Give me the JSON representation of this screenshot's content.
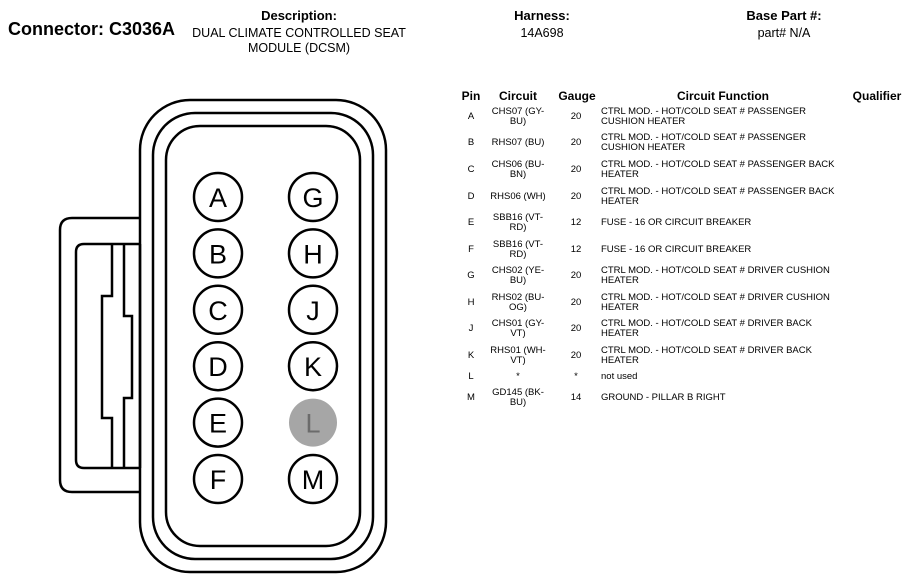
{
  "connector": {
    "label": "Connector:",
    "id": "C3036A"
  },
  "description": {
    "label": "Description:",
    "value": "DUAL CLIMATE CONTROLLED SEAT MODULE (DCSM)"
  },
  "harness": {
    "label": "Harness:",
    "value": "14A698"
  },
  "base_part": {
    "label": "Base Part #:",
    "value": "part# N/A"
  },
  "table": {
    "headers": {
      "pin": "Pin",
      "circuit": "Circuit",
      "gauge": "Gauge",
      "function": "Circuit Function",
      "qualifier": "Qualifier"
    },
    "rows": [
      {
        "pin": "A",
        "circuit": "CHS07 (GY-BU)",
        "gauge": "20",
        "function": "CTRL MOD. - HOT/COLD SEAT # PASSENGER CUSHION HEATER"
      },
      {
        "pin": "B",
        "circuit": "RHS07 (BU)",
        "gauge": "20",
        "function": "CTRL MOD. - HOT/COLD SEAT # PASSENGER CUSHION HEATER"
      },
      {
        "pin": "C",
        "circuit": "CHS06 (BU-BN)",
        "gauge": "20",
        "function": "CTRL MOD. - HOT/COLD SEAT # PASSENGER BACK HEATER"
      },
      {
        "pin": "D",
        "circuit": "RHS06 (WH)",
        "gauge": "20",
        "function": "CTRL MOD. - HOT/COLD SEAT # PASSENGER BACK HEATER"
      },
      {
        "pin": "E",
        "circuit": "SBB16 (VT-RD)",
        "gauge": "12",
        "function": "FUSE - 16 OR CIRCUIT BREAKER"
      },
      {
        "pin": "F",
        "circuit": "SBB16 (VT-RD)",
        "gauge": "12",
        "function": "FUSE - 16 OR CIRCUIT BREAKER"
      },
      {
        "pin": "G",
        "circuit": "CHS02 (YE-BU)",
        "gauge": "20",
        "function": "CTRL MOD. - HOT/COLD SEAT # DRIVER CUSHION HEATER"
      },
      {
        "pin": "H",
        "circuit": "RHS02 (BU-OG)",
        "gauge": "20",
        "function": "CTRL MOD. - HOT/COLD SEAT # DRIVER CUSHION HEATER"
      },
      {
        "pin": "J",
        "circuit": "CHS01 (GY-VT)",
        "gauge": "20",
        "function": "CTRL MOD. - HOT/COLD SEAT # DRIVER BACK HEATER"
      },
      {
        "pin": "K",
        "circuit": "RHS01 (WH-VT)",
        "gauge": "20",
        "function": "CTRL MOD. - HOT/COLD SEAT # DRIVER BACK HEATER"
      },
      {
        "pin": "L",
        "circuit": "*",
        "gauge": "*",
        "function": "not used"
      },
      {
        "pin": "M",
        "circuit": "GD145 (BK-BU)",
        "gauge": "14",
        "function": "GROUND - PILLAR B RIGHT"
      }
    ]
  },
  "diagram": {
    "pins": [
      {
        "label": "A",
        "used": true
      },
      {
        "label": "G",
        "used": true
      },
      {
        "label": "B",
        "used": true
      },
      {
        "label": "H",
        "used": true
      },
      {
        "label": "C",
        "used": true
      },
      {
        "label": "J",
        "used": true
      },
      {
        "label": "D",
        "used": true
      },
      {
        "label": "K",
        "used": true
      },
      {
        "label": "E",
        "used": true
      },
      {
        "label": "L",
        "used": false
      },
      {
        "label": "F",
        "used": true
      },
      {
        "label": "M",
        "used": true
      }
    ],
    "colors": {
      "line": "#000000",
      "unused_fill": "#a6a6a6",
      "unused_text": "#6b6b6b"
    }
  }
}
